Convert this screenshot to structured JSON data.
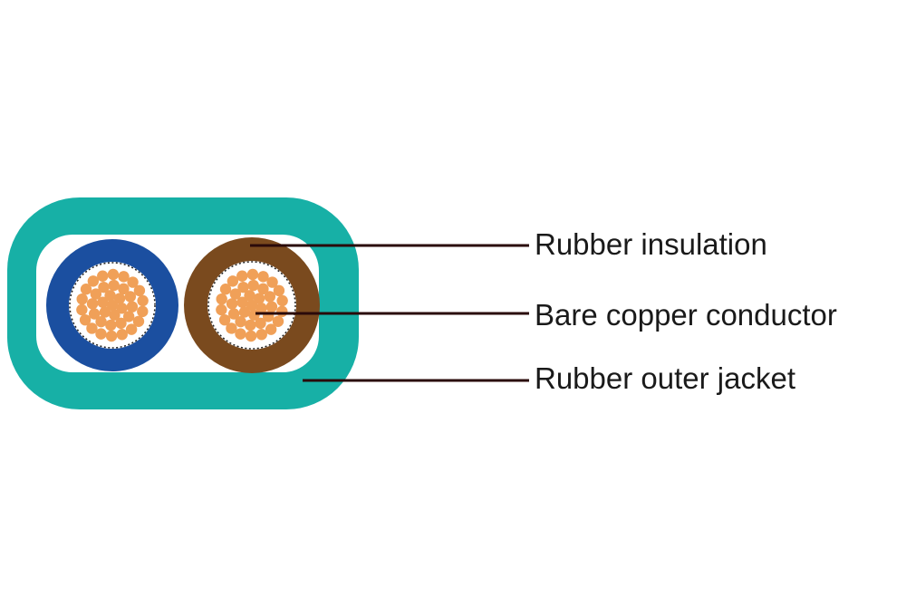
{
  "colors": {
    "jacket": "#17b0a6",
    "cavity": "#ffffff",
    "left_insulation": "#1b4fa0",
    "right_insulation": "#7a4a1e",
    "copper": "#f0a058",
    "leader": "#2a0a0a"
  },
  "labels": {
    "insulation": "Rubber insulation",
    "conductor": "Bare copper conductor",
    "jacket": "Rubber outer jacket"
  }
}
